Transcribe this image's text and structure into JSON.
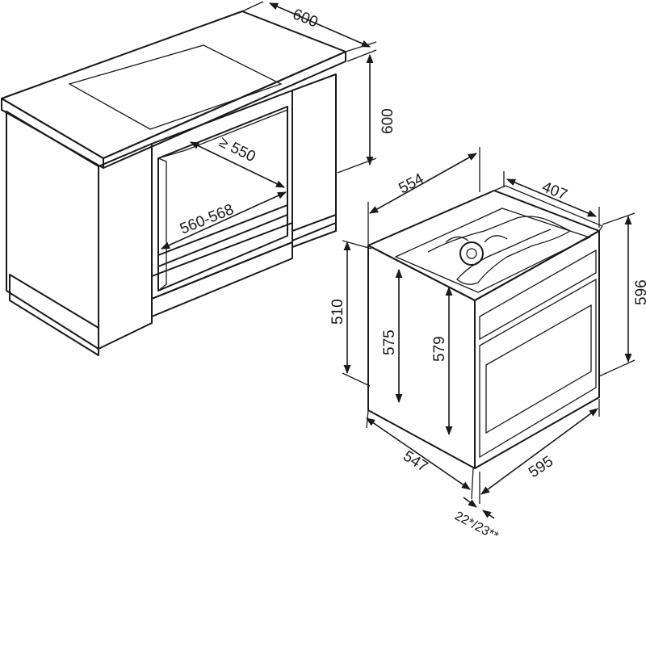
{
  "colors": {
    "line": "#1a1a1a",
    "cabinet_top": "#c8c8c8",
    "cabinet_front": "#b7b7b7",
    "cabinet_side": "#9d9d9d",
    "hob": "#d9d9d9",
    "opening": "#ffffff",
    "oven_body": "#ffffff",
    "oven_glass": "#d0d0d0"
  },
  "cabinet": {
    "depth_label": "600",
    "height_label": "600",
    "inner_depth_label": "≥ 550",
    "inner_width_label": "560-568"
  },
  "oven": {
    "width_label": "595",
    "height_label": "596",
    "top_depth_label": "554",
    "top_width_label": "407",
    "side_height_label": "510",
    "body_height_label": "575",
    "inner_height_label": "579",
    "body_depth_label": "547",
    "front_offset_label": "22*/23**"
  }
}
